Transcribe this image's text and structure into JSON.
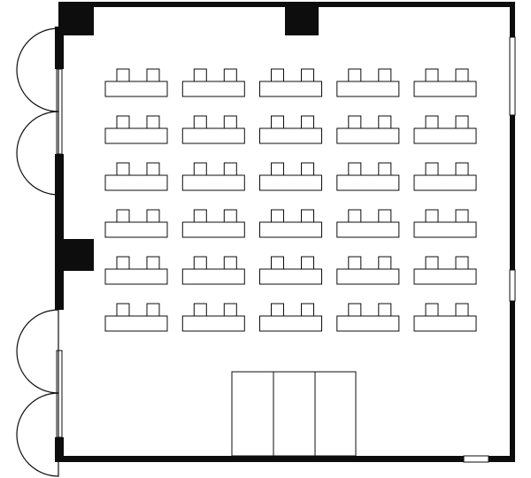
{
  "floor_plan": {
    "layout_style": "classroom",
    "rows": 6,
    "columns": 5,
    "seats_per_desk": 2,
    "door_count": 4,
    "pillar_count": 3,
    "stage_panel_count": 3,
    "colors": {
      "wall": "#0d0d0d",
      "floor": "#ffffff",
      "furniture_outline": "#0d0d0d"
    }
  }
}
